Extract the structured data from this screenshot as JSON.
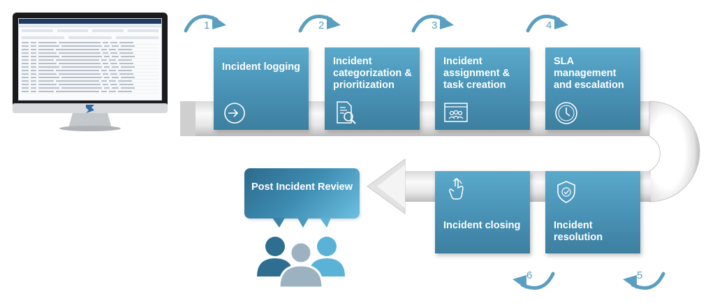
{
  "steps": [
    {
      "number": "1",
      "label": "Incident logging",
      "icon": "login-arrow-icon"
    },
    {
      "number": "2",
      "label": "Incident categorization & prioritization",
      "icon": "document-search-icon"
    },
    {
      "number": "3",
      "label": "Incident assignment & task creation",
      "icon": "browser-team-icon"
    },
    {
      "number": "4",
      "label": "SLA management and escalation",
      "icon": "clock-icon"
    },
    {
      "number": "5",
      "label": "Incident resolution",
      "icon": "shield-check-icon"
    },
    {
      "number": "6",
      "label": "Incident closing",
      "icon": "touch-gesture-icon"
    }
  ],
  "review": {
    "label": "Post Incident Review",
    "icon": "people-group-icon"
  },
  "colors": {
    "box_top": "#5aa9cb",
    "box_bottom": "#3d7f9f",
    "arrow": "#5a9fc0",
    "people_dark": "#2e6e90",
    "people_mid": "#9db2c1",
    "people_light": "#5ab3d6"
  }
}
